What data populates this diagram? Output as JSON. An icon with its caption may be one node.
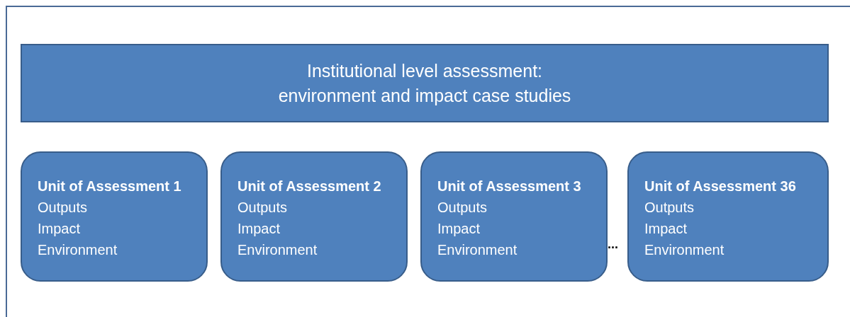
{
  "diagram": {
    "nodes": [
      {
        "text": [],
        "shape": "box"
      },
      {
        "text": [
          "Institutional level assessment: environment and impact case studies"
        ],
        "in": 0
      },
      {
        "text": [
          "Unit of Assessment 1",
          "Outputs",
          "Impact",
          "Environment"
        ],
        "in": 0
      },
      {
        "text": [
          "Unit of Assessment 2",
          "Outputs",
          "Impact",
          "Environment"
        ],
        "in": 0
      },
      {
        "text": [
          "Unit of Assessment 3",
          "Outputs",
          "Impact",
          "Environment"
        ],
        "in": 0
      },
      {
        "text": [
          "Unit of Assessment 36",
          "Outputs",
          "Impact",
          "Environment"
        ],
        "in": 0
      }
    ],
    "edges": [],
    "labels": [
      "..."
    ]
  }
}
